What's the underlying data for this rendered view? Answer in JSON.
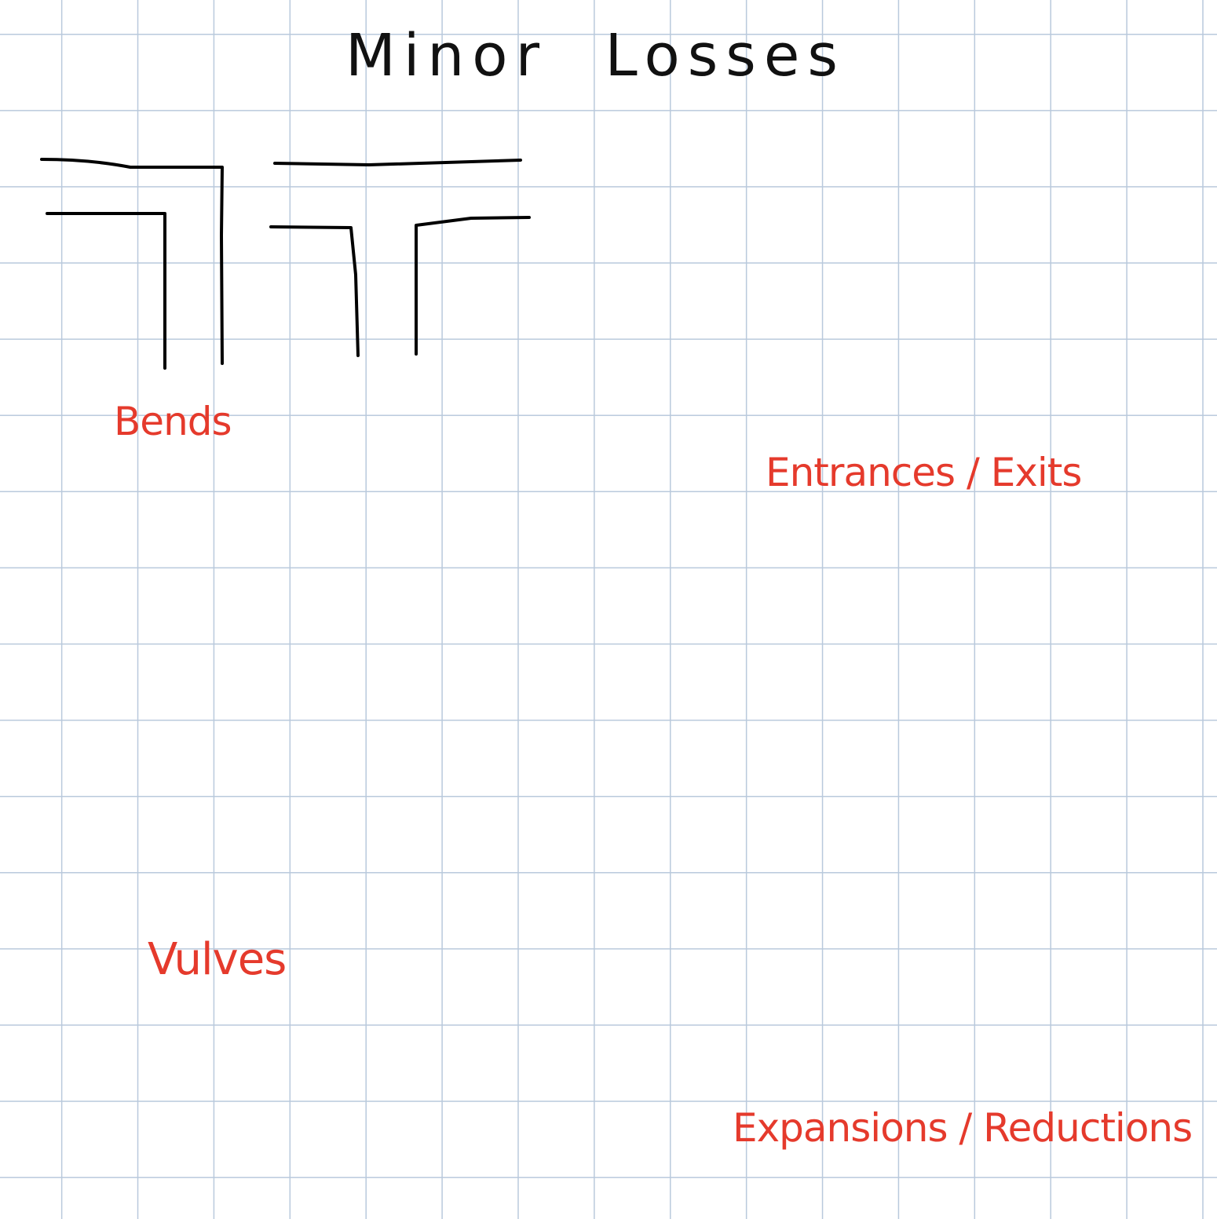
{
  "title": "Minor Losses",
  "labels": {
    "bends": "Bends",
    "entrances_exits": "Entrances / Exits",
    "valves": "Vulves",
    "expansions_reductions": "Expansions / Reductions"
  },
  "colors": {
    "ink": "#000000",
    "flow_arrows": "#1a6fe8",
    "label_text": "#e53a2c",
    "grid": "#b9c9dc"
  }
}
